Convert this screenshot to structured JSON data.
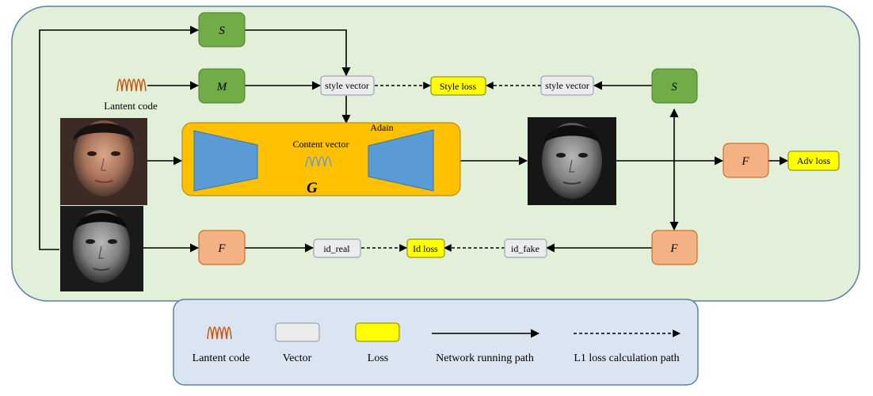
{
  "colors": {
    "panel_bg": "#e2efd9",
    "panel_border": "#5b7fa6",
    "legend_bg": "#dbe5f1",
    "legend_border": "#5b7fa6",
    "green_box": "#70ad47",
    "salmon_box": "#f4b183",
    "generator_bg": "#ffc000",
    "generator_border": "#bf8f00",
    "trapezoid": "#5b9bd5",
    "vector_bg": "#ececec",
    "loss_bg": "#ffff00",
    "wave_orange": "#c55a11",
    "wave_blue": "#5b9bd5"
  },
  "icons": {
    "latent_wave": "latent-code-wave-icon",
    "content_wave": "content-vector-wave-icon"
  },
  "nodes": {
    "s_top": "S",
    "m": "M",
    "s_right": "S",
    "f_adv": "F",
    "f_left": "F",
    "f_right": "F",
    "generator": "G",
    "adain": "Adain",
    "content_vector": "Content vector",
    "latent_code": "Lantent code"
  },
  "vectors": {
    "style_vector_left": "style vector",
    "style_vector_right": "style vector",
    "id_real": "id_real",
    "id_fake": "id_fake"
  },
  "losses": {
    "style_loss": "Style loss",
    "adv_loss": "Adv loss",
    "id_loss": "Id loss"
  },
  "legend": {
    "latent_code": "Lantent code",
    "vector": "Vector",
    "loss": "Loss",
    "network_path": "Network running path",
    "l1_path": "L1 loss calculation path"
  }
}
